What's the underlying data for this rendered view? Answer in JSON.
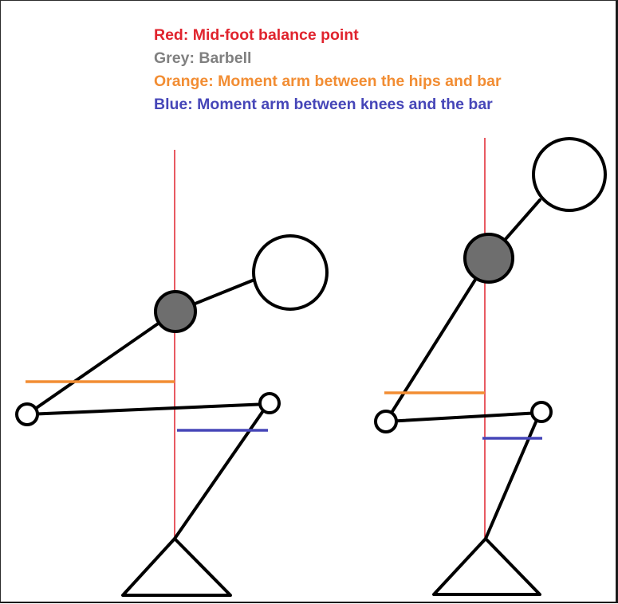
{
  "legend": {
    "red": {
      "text": "Red: Mid-foot balance point",
      "color": "#e0242e"
    },
    "grey": {
      "text": "Grey: Barbell",
      "color": "#808080"
    },
    "orange": {
      "text": "Orange: Moment arm between the hips and bar",
      "color": "#f28d33"
    },
    "blue": {
      "text": "Blue: Moment arm between knees and the bar",
      "color": "#4646b8"
    }
  },
  "colors": {
    "stroke": "#000000",
    "barbell": "#6e6e6e",
    "balance_line": "#e0242e",
    "hip_arm": "#f28d33",
    "knee_arm": "#4646b8"
  }
}
